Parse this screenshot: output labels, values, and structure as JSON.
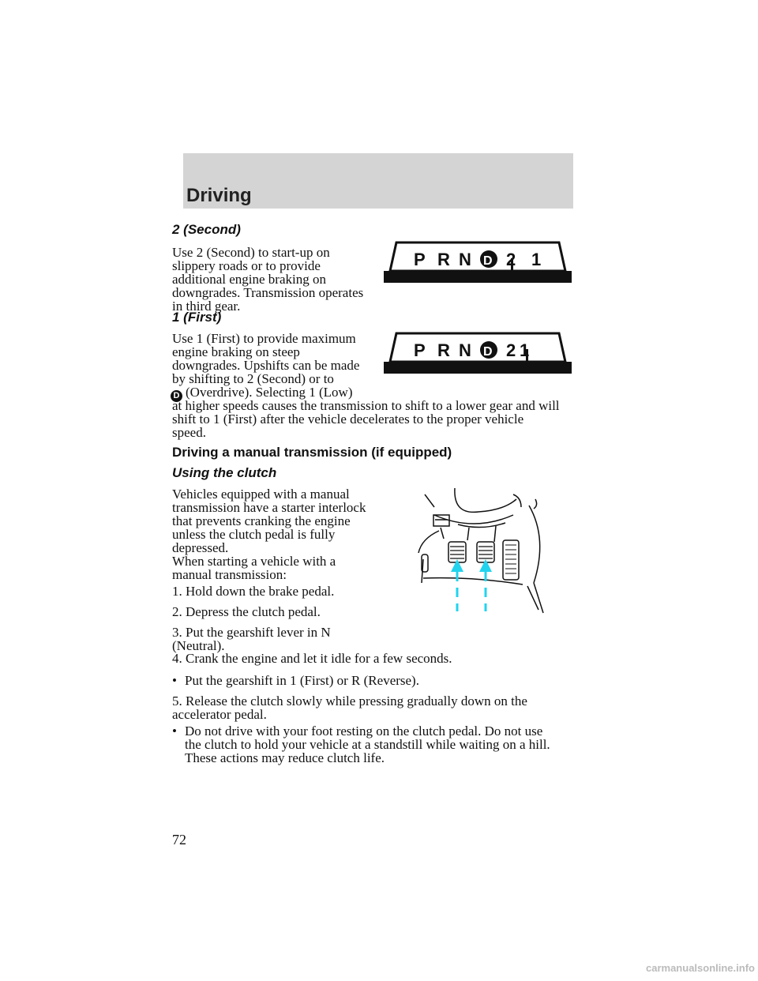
{
  "header": {
    "title": "Driving"
  },
  "section_second": {
    "heading": "2 (Second)",
    "lines": [
      "Use 2 (Second) to start-up on",
      "slippery roads or to provide",
      "additional engine braking on",
      "downgrades. Transmission operates",
      "in third gear."
    ]
  },
  "section_first": {
    "heading": "1 (First)",
    "lines": [
      "Use 1 (First) to provide maximum",
      "engine braking on steep",
      "downgrades. Upshifts can be made",
      "by shifting to 2 (Second) or to"
    ],
    "overdrive_symbol": "D",
    "overdrive_line": "(Overdrive). Selecting 1 (Low)",
    "wide_lines": [
      "at higher speeds causes the transmission to shift to a lower gear and will",
      "shift to 1 (First) after the vehicle decelerates to the proper vehicle",
      "speed."
    ]
  },
  "gear_selector": {
    "letters": [
      "P",
      "R",
      "N",
      "D",
      "2",
      "1"
    ],
    "indicator_color": "#111111"
  },
  "manual": {
    "heading": "Driving a manual transmission (if equipped)",
    "subheading": "Using the clutch",
    "para1": [
      "Vehicles equipped with a manual",
      "transmission have a starter interlock",
      "that prevents cranking the engine",
      "unless the clutch pedal is fully",
      "depressed."
    ],
    "para2": [
      "When starting a vehicle with a",
      "manual transmission:"
    ],
    "step1": "1. Hold down the brake pedal.",
    "step2": "2. Depress the clutch pedal.",
    "step3": [
      "3. Put the gearshift lever in N",
      "(Neutral)."
    ],
    "step4": "4. Crank the engine and let it idle for a few seconds.",
    "bullet1": "Put the gearshift in 1 (First) or R (Reverse).",
    "step5": [
      "5. Release the clutch slowly while pressing gradually down on the",
      "accelerator pedal."
    ],
    "bullet2": [
      "Do not drive with your foot resting on the clutch pedal. Do not use",
      "the clutch to hold your vehicle at a standstill while waiting on a hill.",
      "These actions may reduce clutch life."
    ],
    "bullet_symbol": "•",
    "arrow_color": "#22d3ee"
  },
  "page_number": "72",
  "footer_logo": "carmanualsonline.info"
}
